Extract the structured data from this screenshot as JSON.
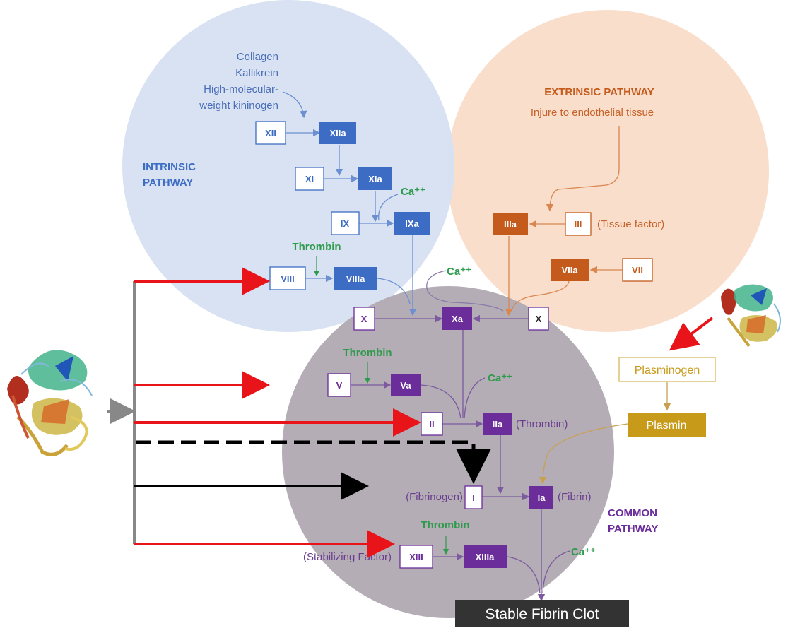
{
  "intrinsic": {
    "title_line1": "INTRINSIC",
    "title_line2": "PATHWAY",
    "inputs": [
      "Collagen",
      "Kallikrein",
      "High-molecular-",
      "weight kininogen"
    ],
    "xii": "XII",
    "xiia": "XIIa",
    "xi": "XI",
    "xia": "XIa",
    "ix": "IX",
    "ixa": "IXa",
    "viii": "VIII",
    "viiia": "VIIIa",
    "ca1": "Ca⁺⁺",
    "thrombin1": "Thrombin"
  },
  "extrinsic": {
    "title": "EXTRINSIC PATHWAY",
    "trigger": "Injure to endothelial tissue",
    "iiia": "IIIa",
    "iii": "III",
    "tissue_factor": "(Tissue factor)",
    "viia": "VIIa",
    "vii": "VII",
    "ca2": "Ca⁺⁺"
  },
  "common": {
    "title_line1": "COMMON",
    "title_line2": "PATHWAY",
    "x_left": "X",
    "xa": "Xa",
    "x_right": "X",
    "thrombin2": "Thrombin",
    "v": "V",
    "va": "Va",
    "ca3": "Ca⁺⁺",
    "ii": "II",
    "iia": "IIa",
    "iia_label": "(Thrombin)",
    "fibrinogen_label": "(Fibrinogen)",
    "i": "I",
    "ia": "Ia",
    "ia_label": "(Fibrin)",
    "thrombin3": "Thrombin",
    "stab_label": "(Stabilizing Factor)",
    "xiii": "XIII",
    "xiiia": "XIIIa",
    "ca4": "Ca⁺⁺",
    "clot": "Stable Fibrin Clot"
  },
  "fibrinolysis": {
    "plasminogen": "Plasminogen",
    "plasmin": "Plasmin"
  },
  "colors": {
    "intrinsic_circle": "#d6e0f2",
    "extrinsic_circle": "#f9dcc8",
    "common_circle": "#b4adb6",
    "blue": "#3d6cc4",
    "orange": "#c45a1c",
    "purple": "#6b2d9a",
    "gold": "#c79a1a",
    "red_arrow": "#e8141a",
    "clot_bg": "#333333"
  }
}
